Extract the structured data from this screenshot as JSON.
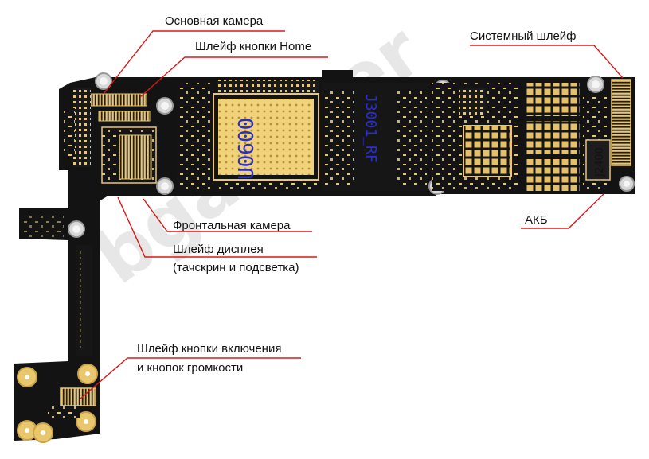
{
  "colors": {
    "board": "#131313",
    "gold": "#e9c76c",
    "gold_dark": "#c9a24b",
    "chip_text": "#2b2fc9",
    "leader_line": "#d81818",
    "label_text": "#111111",
    "watermark": "#e7e7e7"
  },
  "watermark": {
    "brand": "bgaunter"
  },
  "labels": {
    "main_camera": "Основная камера",
    "home_button_flex": "Шлейф кнопки Home",
    "system_flex": "Системный шлейф",
    "battery": "АКБ",
    "front_camera": "Фронтальная камера",
    "display_flex_line1": "Шлейф дисплея",
    "display_flex_line2": "(тачскрин и подсветка)",
    "power_volume_flex_line1": "Шлейф кнопки включения",
    "power_volume_flex_line2": "и кнопок громкости"
  },
  "chips": {
    "cpu": "U0600",
    "rf_connector": "J3001_RF",
    "battery_connector": "J2400"
  }
}
